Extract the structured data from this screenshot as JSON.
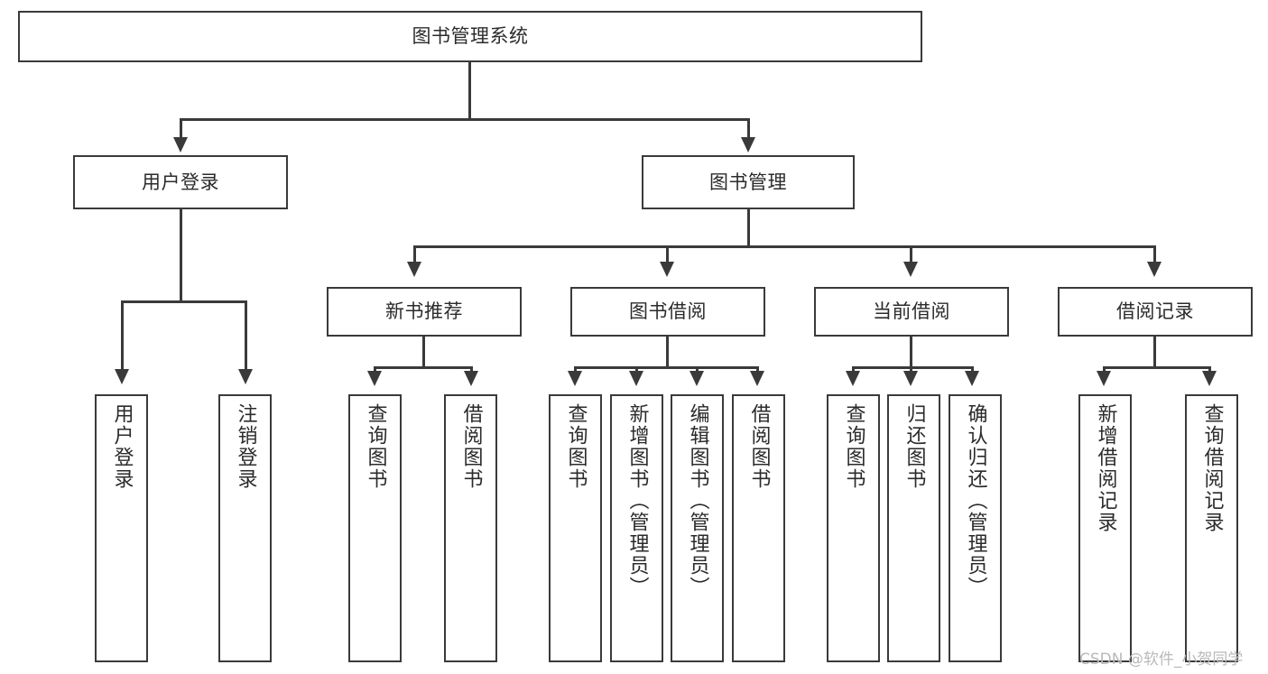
{
  "diagram": {
    "type": "tree-hierarchy-functional-decomposition",
    "root": {
      "label": "图书管理系统"
    },
    "level1": [
      {
        "label": "用户登录"
      },
      {
        "label": "图书管理"
      }
    ],
    "level2": [
      {
        "label": "新书推荐"
      },
      {
        "label": "图书借阅"
      },
      {
        "label": "当前借阅"
      },
      {
        "label": "借阅记录"
      }
    ],
    "leaves": {
      "user_login": [
        {
          "label": "用户登录"
        },
        {
          "label": "注销登录"
        }
      ],
      "new_book_recommend": [
        {
          "label": "查询图书"
        },
        {
          "label": "借阅图书"
        }
      ],
      "book_borrow": [
        {
          "label": "查询图书"
        },
        {
          "label": "新增图书（管理员）"
        },
        {
          "label": "编辑图书（管理员）"
        },
        {
          "label": "借阅图书"
        }
      ],
      "current_borrow": [
        {
          "label": "查询图书"
        },
        {
          "label": "归还图书"
        },
        {
          "label": "确认归还（管理员）"
        }
      ],
      "borrow_record": [
        {
          "label": "新增借阅记录"
        },
        {
          "label": "查询借阅记录"
        }
      ]
    }
  },
  "watermark": {
    "text": "CSDN @软件_小贺同学"
  },
  "colors": {
    "stroke": "#3a3a3a",
    "text": "#2b2b2b",
    "background": "#ffffff",
    "watermark": "#b9b9b9"
  }
}
